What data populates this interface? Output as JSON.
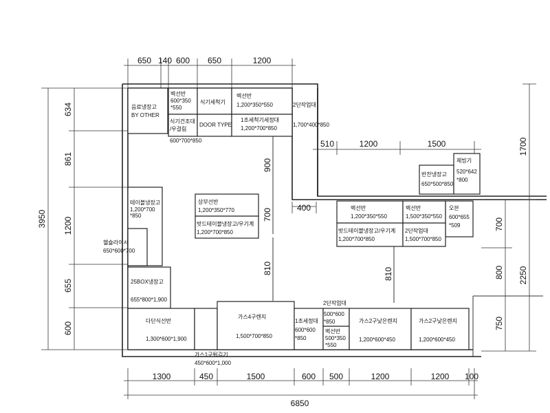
{
  "top_dims": [
    "650",
    "140",
    "600",
    "650",
    "1200"
  ],
  "right_top_dims": [
    "510",
    "1200",
    "1500"
  ],
  "left_dims": [
    "634",
    "861",
    "1200",
    "655",
    "600"
  ],
  "left_total": "3950",
  "right_outer_dim": "1700",
  "right_dims": [
    "700",
    "800",
    "750"
  ],
  "right_total": "2250",
  "bottom_dims": [
    "1300",
    "450",
    "1500",
    "600",
    "500",
    "1200",
    "1200",
    "100"
  ],
  "bottom_total": "6850",
  "aisle_dims": [
    "900",
    "700",
    "810",
    "810"
  ],
  "step_dim": "400",
  "items": {
    "beverage_fridge": {
      "l1": "음료냉장고",
      "l2": "BY OTHER"
    },
    "wall_shelf_a": {
      "l1": "벽선반",
      "l2": "600*350",
      "l3": "*550"
    },
    "dishwasher": {
      "l1": "식기세척기"
    },
    "wall_shelf_b": {
      "l1": "벽선반",
      "l2": "1,200*350*550"
    },
    "work_table_2tier_a": {
      "l1": "2단작업대",
      "l2": "1,700*400*850"
    },
    "dish_dryer": {
      "l1": "식기건조대",
      "l2": "/우걸림",
      "l3": "600*700*850"
    },
    "door_type": {
      "l1": "DOOR TYPE"
    },
    "sink_1bowl_a": {
      "l1": "1조세척기세정대",
      "l2": "1,200*700*850"
    },
    "banchan_fridge": {
      "l1": "반찬냉장고",
      "l2": "650*500*850"
    },
    "noodle_maker": {
      "l1": "제빙기",
      "l2": "520*642",
      "l3": "*800"
    },
    "table_fridge_a": {
      "l1": "테이블냉장고",
      "l2": "1,200*700",
      "l3": "*850"
    },
    "upper_shelf": {
      "l1": "상부선반",
      "l2": "1,200*350*770"
    },
    "bat_table_fridge_a": {
      "l1": "밧드테이블냉장고/우기계",
      "l2": "1,200*700*850"
    },
    "helmet_riser": {
      "l1": "헬슐라이서",
      "l2": "650*600*700"
    },
    "wall_shelf_c": {
      "l1": "벽선반",
      "l2": "1,200*350*550"
    },
    "wall_shelf_d": {
      "l1": "벽선반",
      "l2": "1,500*350*550"
    },
    "oven": {
      "l1": "오븐",
      "l2": "600*655",
      "l3": "*509"
    },
    "bat_table_fridge_b": {
      "l1": "밧드테이블냉장고/우기계",
      "l2": "1,200*700*850"
    },
    "work_table_2tier_b": {
      "l1": "2단작업대",
      "l2": "1,500*700*850"
    },
    "box_fridge": {
      "l1": "25BOX냉장고",
      "l2": "655*800*1,900"
    },
    "multi_shelf": {
      "l1": "다단식선반",
      "l2": "1,300*600*1,900"
    },
    "gas_range_4": {
      "l1": "가스4구렌지",
      "l2": "1,500*700*850"
    },
    "work_table_2tier_c": {
      "l1": "2단작업대"
    },
    "sink_1bowl_b": {
      "l1": "1조세정대",
      "l2": "600*600",
      "l3": "*850"
    },
    "small_dims": {
      "l1": "500*600",
      "l2": "*850"
    },
    "wall_shelf_e": {
      "l1": "벽선반",
      "l2": "500*350",
      "l3": "*550"
    },
    "gas_2_low_a": {
      "l1": "가스2구낮은렌지",
      "l2": "1,200*600*450"
    },
    "gas_2_low_b": {
      "l1": "가스2구낮은렌지",
      "l2": "1,200*600*450"
    },
    "gas_1_burner": {
      "l1": "가스1구튀김기",
      "l2": "450*600*1,000"
    }
  }
}
